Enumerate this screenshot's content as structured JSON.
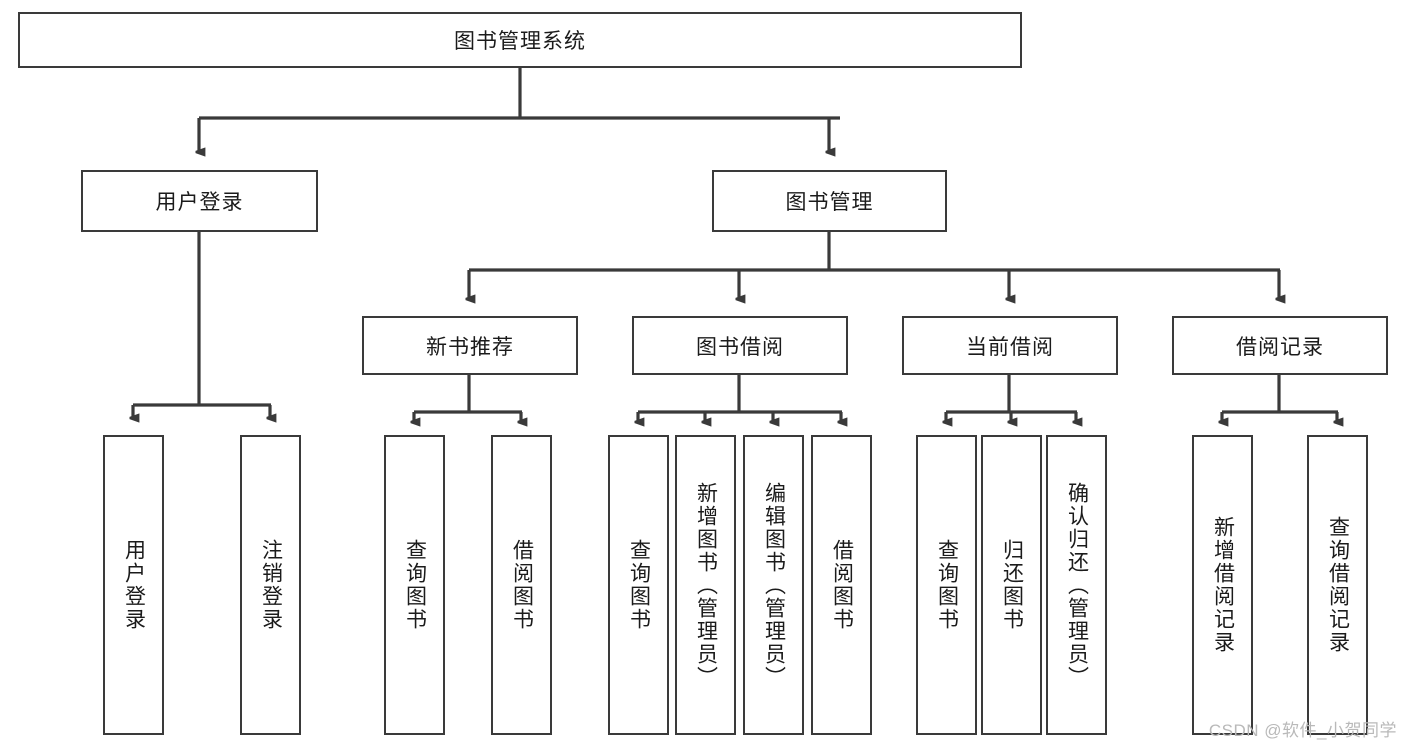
{
  "diagram": {
    "type": "tree-hierarchy",
    "root": {
      "id": "root",
      "label": "图书管理系统"
    },
    "level2": [
      {
        "id": "user-login",
        "label": "用户登录"
      },
      {
        "id": "book-management",
        "label": "图书管理"
      }
    ],
    "level3": [
      {
        "id": "new-book-recommend",
        "label": "新书推荐",
        "parent": "book-management"
      },
      {
        "id": "book-borrow",
        "label": "图书借阅",
        "parent": "book-management"
      },
      {
        "id": "current-borrow",
        "label": "当前借阅",
        "parent": "book-management"
      },
      {
        "id": "borrow-record",
        "label": "借阅记录",
        "parent": "book-management"
      }
    ],
    "leaves": [
      {
        "id": "leaf-user-login",
        "label": "用户登录",
        "parent": "user-login"
      },
      {
        "id": "leaf-logout-login",
        "label": "注销登录",
        "parent": "user-login"
      },
      {
        "id": "leaf-query-book-1",
        "label": "查询图书",
        "parent": "new-book-recommend"
      },
      {
        "id": "leaf-borrow-book-1",
        "label": "借阅图书",
        "parent": "new-book-recommend"
      },
      {
        "id": "leaf-query-book-2",
        "label": "查询图书",
        "parent": "book-borrow"
      },
      {
        "id": "leaf-add-book",
        "label": "新增图书（管理员）",
        "parent": "book-borrow"
      },
      {
        "id": "leaf-edit-book",
        "label": "编辑图书（管理员）",
        "parent": "book-borrow"
      },
      {
        "id": "leaf-borrow-book-2",
        "label": "借阅图书",
        "parent": "book-borrow"
      },
      {
        "id": "leaf-query-book-3",
        "label": "查询图书",
        "parent": "current-borrow"
      },
      {
        "id": "leaf-return-book",
        "label": "归还图书",
        "parent": "current-borrow"
      },
      {
        "id": "leaf-confirm-return",
        "label": "确认归还（管理员）",
        "parent": "current-borrow"
      },
      {
        "id": "leaf-add-record",
        "label": "新增借阅记录",
        "parent": "borrow-record"
      },
      {
        "id": "leaf-query-record",
        "label": "查询借阅记录",
        "parent": "borrow-record"
      }
    ],
    "colors": {
      "stroke": "#3a3a3a",
      "fill": "#ffffff",
      "text": "#1b1b1b",
      "watermark": "#b9b9b9"
    }
  },
  "watermark": {
    "text": "CSDN @软件_小贺同学"
  }
}
